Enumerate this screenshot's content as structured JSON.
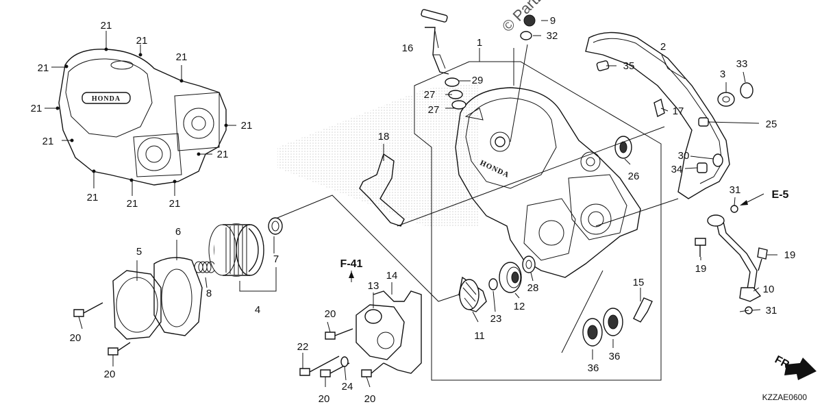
{
  "watermark": "© Partzilla",
  "diagram_code": "KZZAE0600",
  "brand_text_left": "HONDA",
  "brand_text_main": "HONDA",
  "refs": {
    "e5": "E-5",
    "f41": "F-41",
    "fr": "FR."
  },
  "callouts": [
    {
      "id": "c1",
      "text": "1"
    },
    {
      "id": "c2",
      "text": "2"
    },
    {
      "id": "c3",
      "text": "3"
    },
    {
      "id": "c4",
      "text": "4"
    },
    {
      "id": "c5",
      "text": "5"
    },
    {
      "id": "c6",
      "text": "6"
    },
    {
      "id": "c7",
      "text": "7"
    },
    {
      "id": "c8",
      "text": "8"
    },
    {
      "id": "c9",
      "text": "9"
    },
    {
      "id": "c10",
      "text": "10"
    },
    {
      "id": "c11",
      "text": "11"
    },
    {
      "id": "c12",
      "text": "12"
    },
    {
      "id": "c13",
      "text": "13"
    },
    {
      "id": "c14",
      "text": "14"
    },
    {
      "id": "c15",
      "text": "15"
    },
    {
      "id": "c16",
      "text": "16"
    },
    {
      "id": "c17",
      "text": "17"
    },
    {
      "id": "c18",
      "text": "18"
    },
    {
      "id": "c19a",
      "text": "19"
    },
    {
      "id": "c19b",
      "text": "19"
    },
    {
      "id": "c20a",
      "text": "20"
    },
    {
      "id": "c20b",
      "text": "20"
    },
    {
      "id": "c20c",
      "text": "20"
    },
    {
      "id": "c20d",
      "text": "20"
    },
    {
      "id": "c20e",
      "text": "20"
    },
    {
      "id": "c21a",
      "text": "21"
    },
    {
      "id": "c21b",
      "text": "21"
    },
    {
      "id": "c21c",
      "text": "21"
    },
    {
      "id": "c21d",
      "text": "21"
    },
    {
      "id": "c21e",
      "text": "21"
    },
    {
      "id": "c21f",
      "text": "21"
    },
    {
      "id": "c21g",
      "text": "21"
    },
    {
      "id": "c21h",
      "text": "21"
    },
    {
      "id": "c21i",
      "text": "21"
    },
    {
      "id": "c21j",
      "text": "21"
    },
    {
      "id": "c21k",
      "text": "21"
    },
    {
      "id": "c22",
      "text": "22"
    },
    {
      "id": "c23",
      "text": "23"
    },
    {
      "id": "c24",
      "text": "24"
    },
    {
      "id": "c25",
      "text": "25"
    },
    {
      "id": "c26",
      "text": "26"
    },
    {
      "id": "c27a",
      "text": "27"
    },
    {
      "id": "c27b",
      "text": "27"
    },
    {
      "id": "c28",
      "text": "28"
    },
    {
      "id": "c29",
      "text": "29"
    },
    {
      "id": "c30",
      "text": "30"
    },
    {
      "id": "c31a",
      "text": "31"
    },
    {
      "id": "c31b",
      "text": "31"
    },
    {
      "id": "c32",
      "text": "32"
    },
    {
      "id": "c33",
      "text": "33"
    },
    {
      "id": "c34",
      "text": "34"
    },
    {
      "id": "c35",
      "text": "35"
    },
    {
      "id": "c36a",
      "text": "36"
    },
    {
      "id": "c36b",
      "text": "36"
    }
  ]
}
